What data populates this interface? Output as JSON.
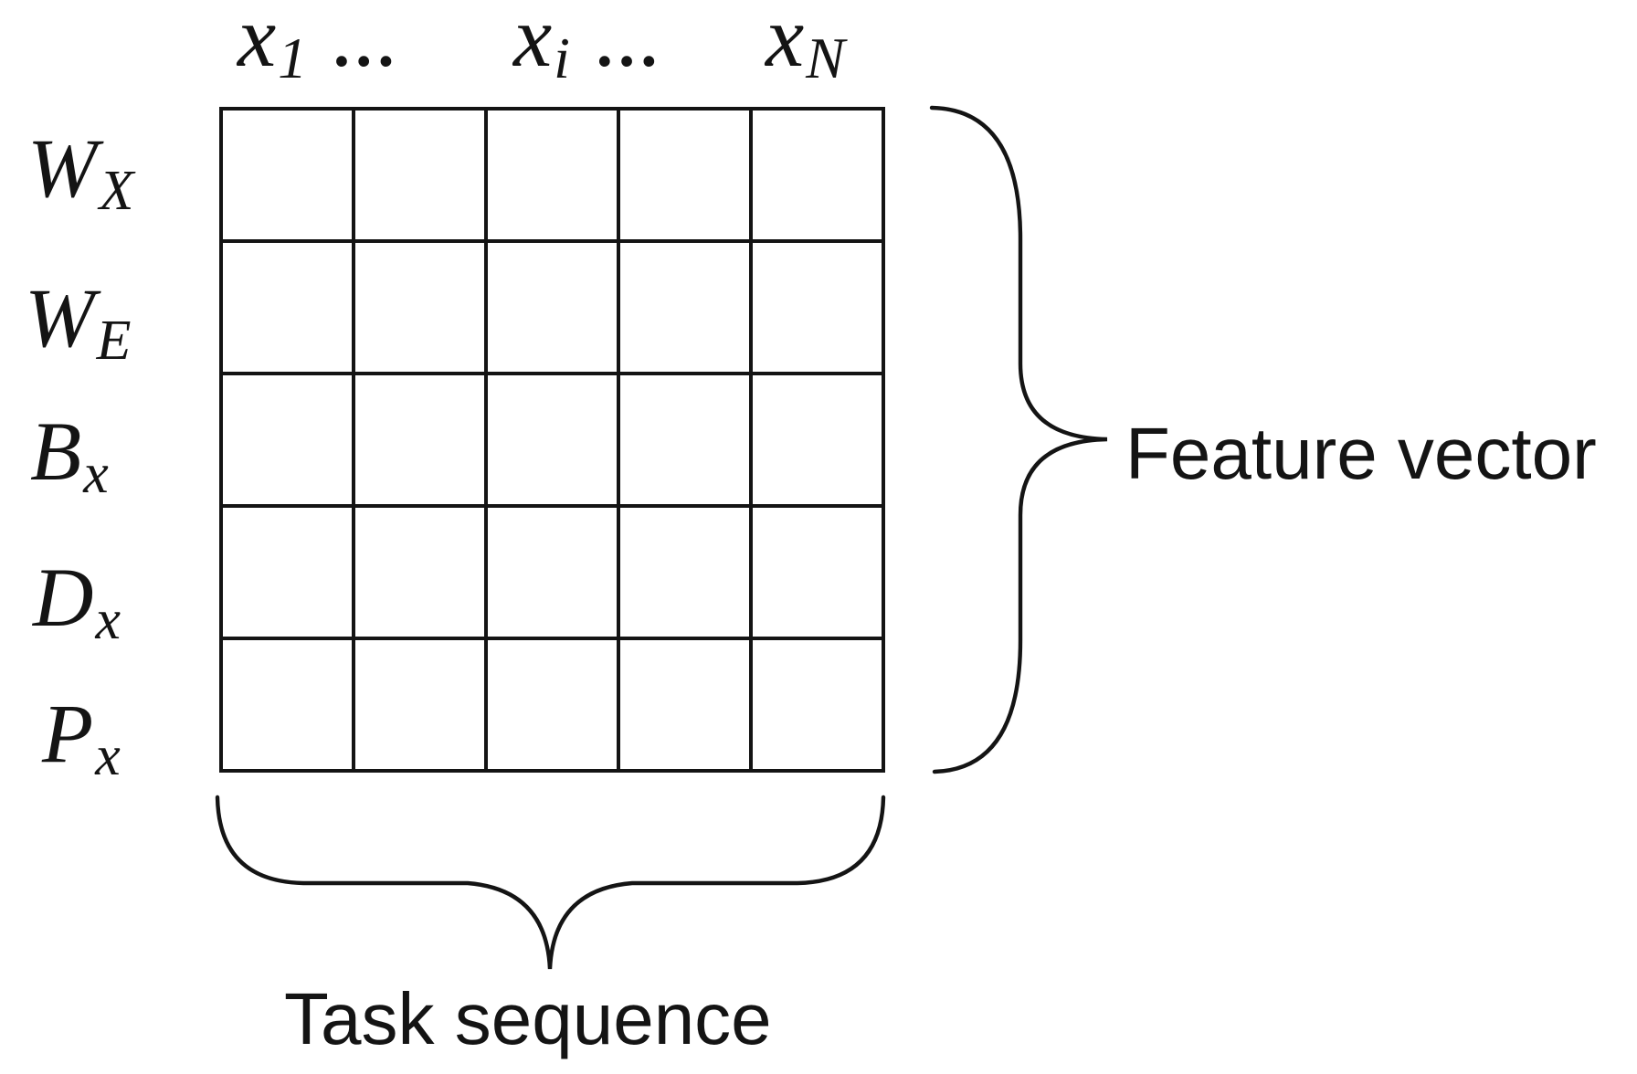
{
  "diagram": {
    "grid": {
      "rows": 5,
      "cols": 5
    },
    "column_headers": [
      {
        "base": "x",
        "sub": "1",
        "ellipsis": "…"
      },
      {
        "base": "x",
        "sub": "i",
        "ellipsis": "…"
      },
      {
        "base": "x",
        "sub": "N",
        "ellipsis": ""
      }
    ],
    "row_labels": [
      {
        "base": "W",
        "sub": "X"
      },
      {
        "base": "W",
        "sub": "E"
      },
      {
        "base": "B",
        "sub": "x"
      },
      {
        "base": "D",
        "sub": "x"
      },
      {
        "base": "P",
        "sub": "x"
      }
    ],
    "annotations": {
      "right_brace_label": "Feature vector",
      "bottom_brace_label": "Task sequence"
    },
    "colors": {
      "line": "#141414",
      "text": "#141414",
      "background": "#ffffff"
    }
  }
}
